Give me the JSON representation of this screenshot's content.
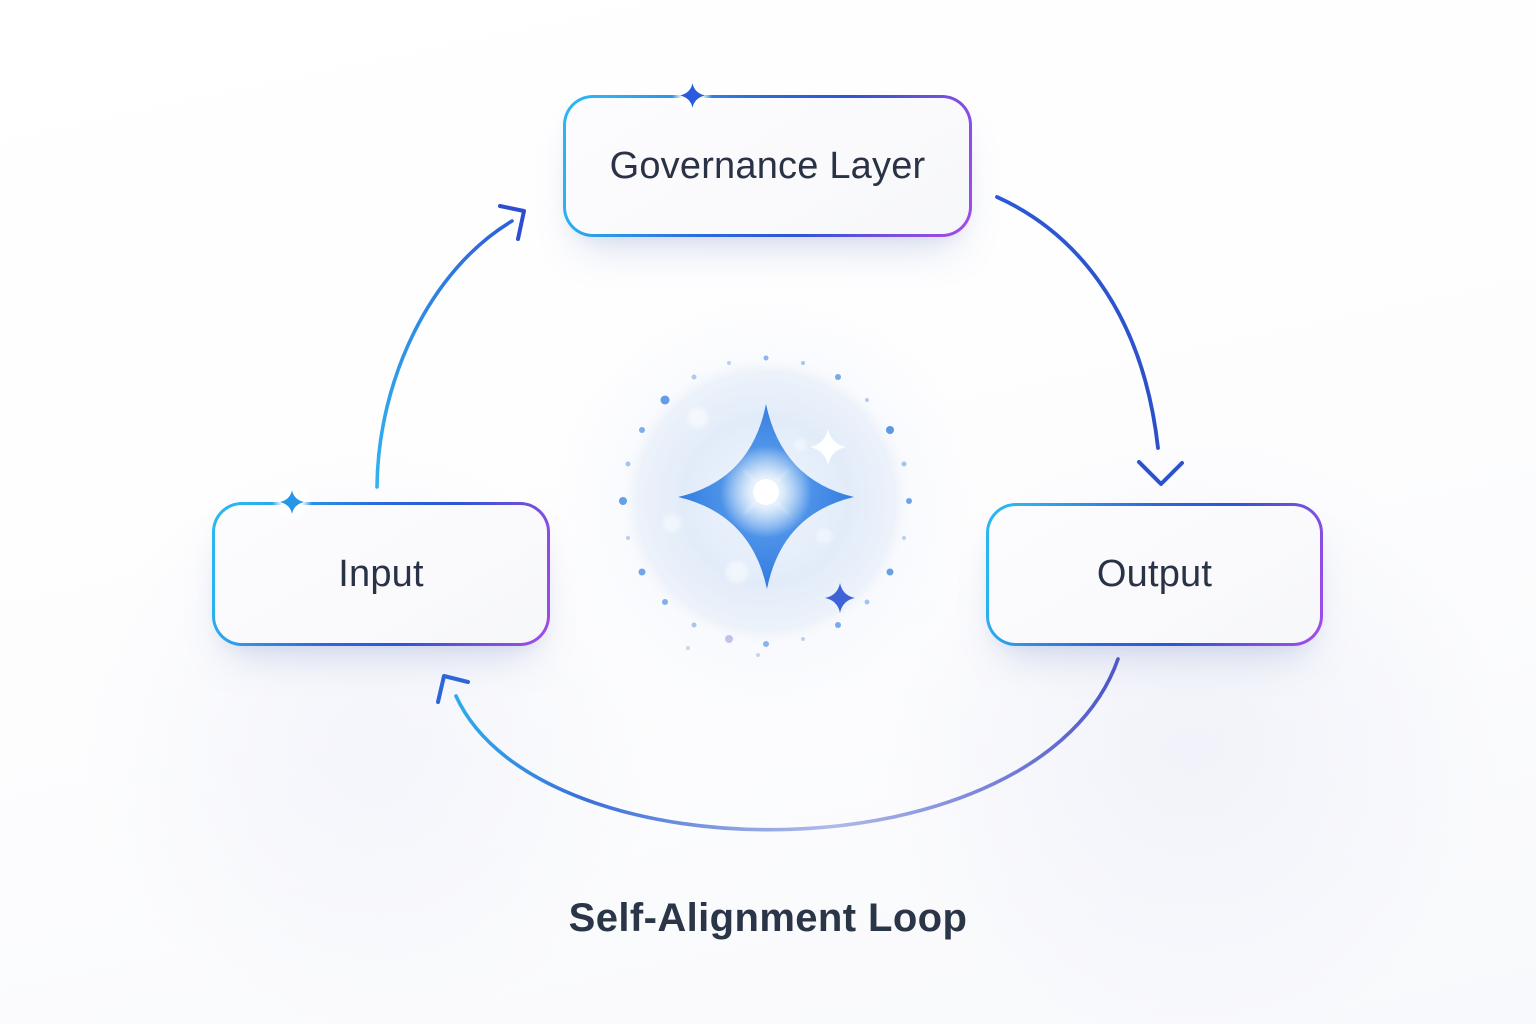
{
  "diagram": {
    "title": "Self-Alignment Loop",
    "nodes": {
      "governance": {
        "label": "Governance Layer"
      },
      "input": {
        "label": "Input"
      },
      "output": {
        "label": "Output"
      }
    },
    "edges": [
      {
        "from": "input",
        "to": "governance",
        "shape": "arc-left",
        "arrowhead": "open-chevron"
      },
      {
        "from": "governance",
        "to": "output",
        "shape": "arc-right",
        "arrowhead": "open-chevron"
      },
      {
        "from": "output",
        "to": "input",
        "shape": "arc-bottom",
        "arrowhead": "open-chevron"
      }
    ],
    "icons": {
      "center": "sparkle-star-icon",
      "governance_border": "sparkle-icon",
      "input_border": "sparkle-icon",
      "center_small_white": "small-white-sparkle-icon",
      "center_small_blue": "small-blue-sparkle-icon",
      "ring": "dotted-ring"
    },
    "colors": {
      "accent_cyan": "#2BB3EF",
      "accent_blue": "#2C55D5",
      "accent_purple": "#A64AE8",
      "star_blue": "#3E86E6",
      "text_dark": "#2A3346",
      "title_dark": "#2B3548"
    }
  }
}
